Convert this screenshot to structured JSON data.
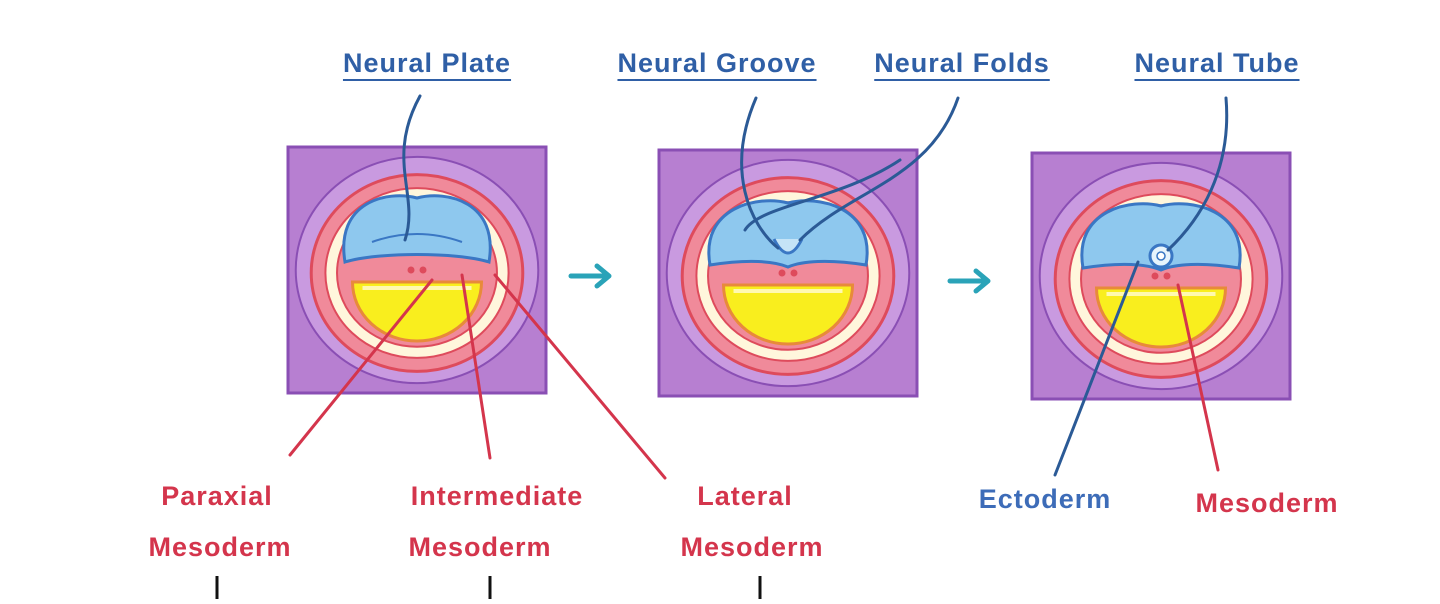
{
  "top_labels": {
    "neural_plate": "Neural Plate",
    "neural_groove": "Neural Groove",
    "neural_folds": "Neural Folds",
    "neural_tube": "Neural Tube"
  },
  "bottom_labels": {
    "paraxial_line1": "Paraxial",
    "paraxial_line2": "Mesoderm",
    "intermediate_line1": "Intermediate",
    "intermediate_line2": "Mesoderm",
    "lateral_line1": "Lateral",
    "lateral_line2": "Mesoderm",
    "ectoderm": "Ectoderm",
    "mesoderm": "Mesoderm"
  },
  "colors": {
    "purple_bg": "#b77fd1",
    "purple_border": "#8a4fb4",
    "ring_pink": "#f08a9a",
    "ring_red": "#de4b5c",
    "cream": "#fff6dc",
    "neural_blue": "#8ec8ee",
    "neural_blue_border": "#3a77c4",
    "yolk_yellow": "#f9ee1e",
    "yolk_border": "#e88a3a",
    "arrow_teal": "#2aa3b8",
    "label_blue": "#2f5fa6",
    "label_red": "#d4354c"
  }
}
